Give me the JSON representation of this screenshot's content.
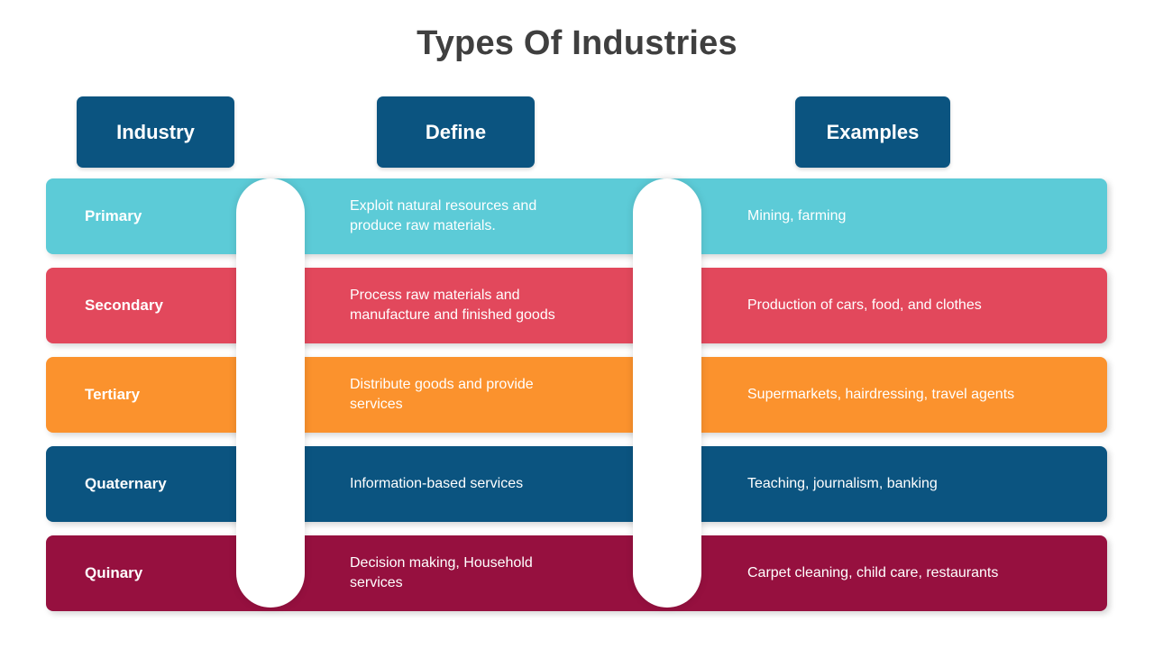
{
  "title": "Types Of Industries",
  "headers": {
    "industry": "Industry",
    "define": "Define",
    "examples": "Examples",
    "color": "#0b5480"
  },
  "rows": [
    {
      "industry": "Primary",
      "define": "Exploit natural resources and produce raw materials.",
      "examples": "Mining, farming",
      "color": "#5ccbd7"
    },
    {
      "industry": "Secondary",
      "define": "Process raw materials and manufacture and finished goods",
      "examples": "Production of cars, food, and clothes",
      "color": "#e2485c"
    },
    {
      "industry": "Tertiary",
      "define": "Distribute goods and provide services",
      "examples": "Supermarkets, hairdressing, travel agents",
      "color": "#fb922d"
    },
    {
      "industry": "Quaternary",
      "define": "Information-based services",
      "examples": "Teaching, journalism, banking",
      "color": "#0b5480"
    },
    {
      "industry": "Quinary",
      "define": "Decision making, Household services",
      "examples": "Carpet cleaning, child care, restaurants",
      "color": "#96103f"
    }
  ],
  "dividers": [
    {
      "name": "divider-industry-define"
    },
    {
      "name": "divider-define-examples"
    }
  ]
}
